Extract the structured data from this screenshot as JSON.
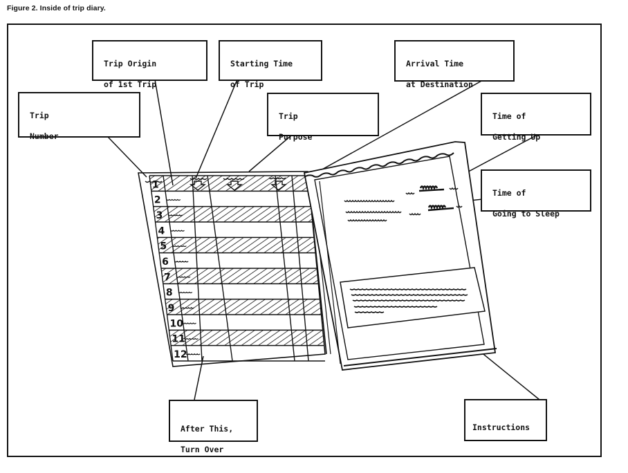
{
  "figure": {
    "title": "Figure 2.  Inside of trip diary."
  },
  "callouts": {
    "trip_number": [
      "Trip",
      "Number"
    ],
    "trip_origin": [
      "Trip Origin",
      "of 1st Trip"
    ],
    "starting_time": [
      "Starting Time",
      "of Trip"
    ],
    "trip_purpose": [
      "Trip",
      "Purpose"
    ],
    "arrival_time": [
      "Arrival Time",
      "at Destination"
    ],
    "time_getting_up": [
      "Time of",
      "Getting Up"
    ],
    "time_going_sleep": [
      "Time of",
      "Going to Sleep"
    ],
    "after_this": [
      "After This,",
      "Turn Over"
    ],
    "instructions": [
      "Instructions"
    ]
  },
  "diary_table": {
    "row_numbers": [
      "1",
      "2",
      "3",
      "4",
      "5",
      "6",
      "7",
      "8",
      "9",
      "10",
      "11",
      "12"
    ],
    "shaded_rows": [
      1,
      3,
      5,
      7,
      9,
      11
    ],
    "column_arrows": 3
  },
  "colors": {
    "ink": "#111111",
    "paper": "#ffffff"
  }
}
